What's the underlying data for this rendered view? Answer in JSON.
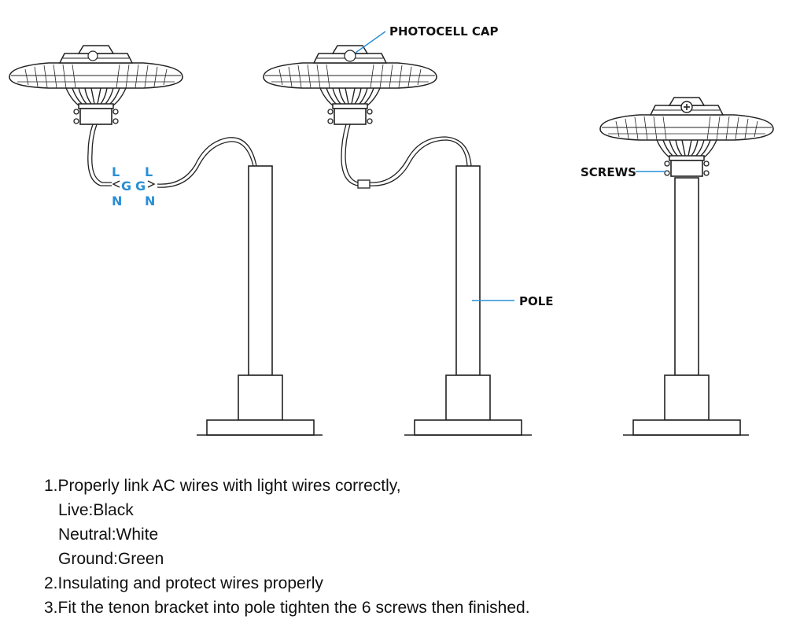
{
  "labels": {
    "photocell_cap": "PHOTOCELL CAP",
    "screws": "SCREWS",
    "pole": "POLE"
  },
  "wire_labels": {
    "live": "L",
    "neutral": "N",
    "ground": "G"
  },
  "accent_color": "#2a8fd6",
  "instructions": {
    "step1": "1.Properly link AC wires with light wires correctly,",
    "live": "Live:Black",
    "neutral": "Neutral:White",
    "ground": "Ground:Green",
    "step2": "2.Insulating and protect wires properly",
    "step3": "3.Fit the tenon bracket into pole tighten the 6 screws then finished."
  }
}
